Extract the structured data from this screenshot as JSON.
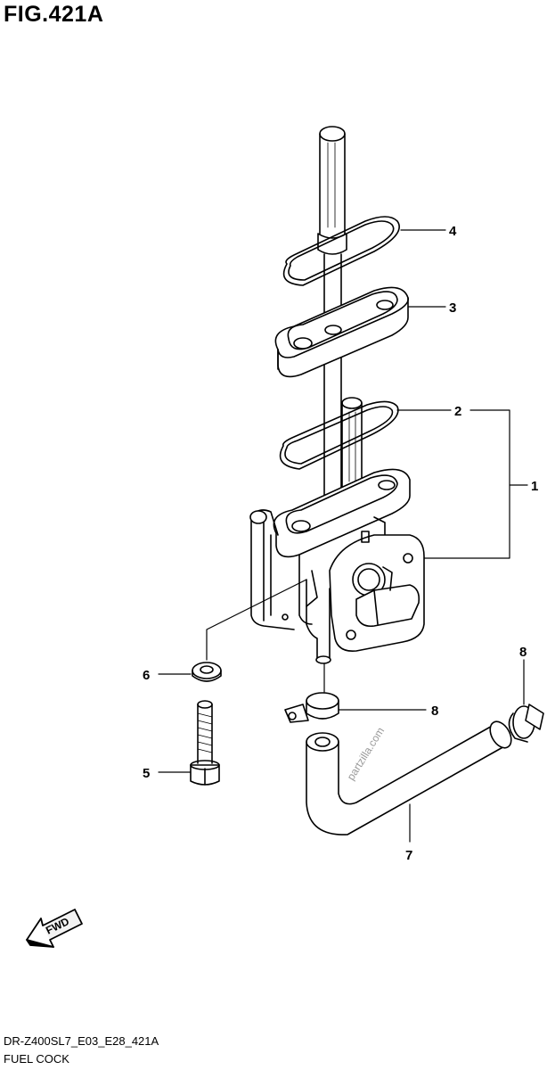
{
  "figure": {
    "title": "FIG.421A"
  },
  "callouts": [
    {
      "id": "4",
      "label": "4"
    },
    {
      "id": "3",
      "label": "3"
    },
    {
      "id": "2",
      "label": "2"
    },
    {
      "id": "1",
      "label": "1"
    },
    {
      "id": "6",
      "label": "6"
    },
    {
      "id": "8a",
      "label": "8"
    },
    {
      "id": "8b",
      "label": "8"
    },
    {
      "id": "5",
      "label": "5"
    },
    {
      "id": "7",
      "label": "7"
    }
  ],
  "fwd_arrow": {
    "label": "FWD"
  },
  "watermark": {
    "text": "partzilla.com"
  },
  "footer": {
    "model_code": "DR-Z400SL7_E03_E28_421A",
    "part_name": "FUEL COCK"
  }
}
